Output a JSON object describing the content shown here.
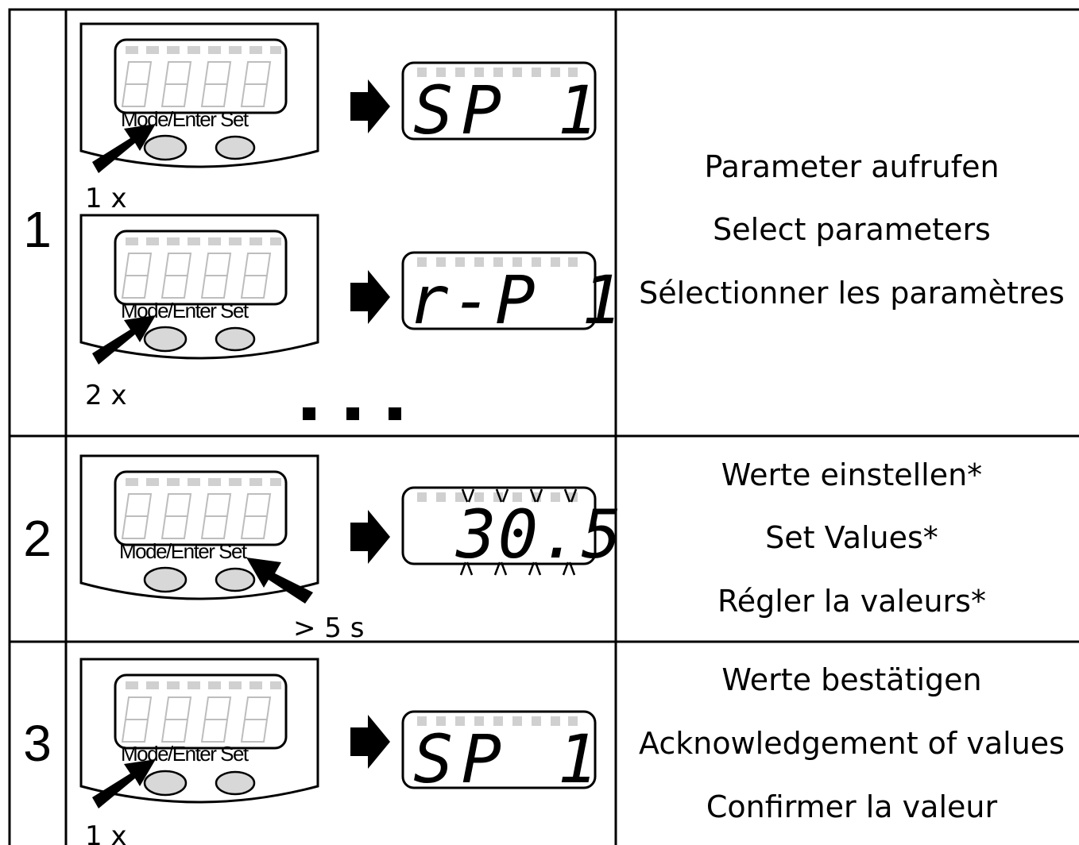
{
  "steps": [
    {
      "number": "1",
      "devices": [
        {
          "button_label": "Mode/Enter Set",
          "press": "1 x",
          "display": "SP 1"
        },
        {
          "button_label": "Mode/Enter Set",
          "press": "2 x",
          "display": "r-P 1"
        }
      ],
      "lines": [
        "Parameter aufrufen",
        "Select parameters",
        "Sélectionner les paramètres"
      ]
    },
    {
      "number": "2",
      "devices": [
        {
          "button_label": "Mode/Enter Set",
          "press": "> 5 s",
          "display": "30.5"
        }
      ],
      "lines": [
        "Werte einstellen*",
        "Set Values*",
        "Régler la valeurs*"
      ]
    },
    {
      "number": "3",
      "devices": [
        {
          "button_label": "Mode/Enter Set",
          "press": "1 x",
          "display": "SP 1"
        }
      ],
      "lines": [
        "Werte bestätigen",
        "Acknowledgement of values",
        "Confirmer la valeur"
      ]
    }
  ],
  "colors": {
    "button_fill": "#d8d8d8",
    "segment_gray": "#d0d0d0",
    "ink": "#000000"
  },
  "icons": [
    "arrow-right-icon",
    "finger-arrow-icon",
    "ellipsis-icon",
    "blink-icon"
  ]
}
